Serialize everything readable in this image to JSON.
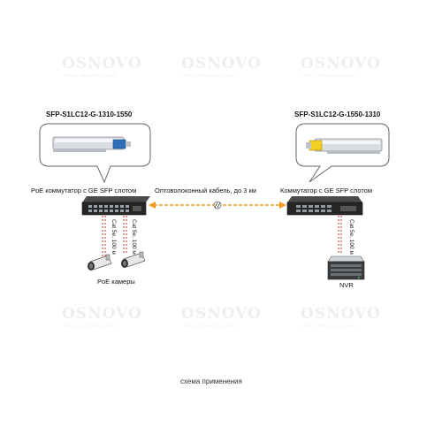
{
  "watermark": {
    "brand": "OSNOVO",
    "tagline": "video, ethernet, power"
  },
  "left": {
    "module_title": "SFP-S1LC12-G-1310-1550",
    "switch_label": "PoE коммутатор с GE SFP слотом",
    "cable_1": "Cat 5e, 100 м",
    "cable_2": "Cat 5e, 100 м",
    "cameras_label": "PoE камеры"
  },
  "right": {
    "module_title": "SFP-S1LC12-G-1550-1310",
    "switch_label": "Коммутатор с GE SFP слотом",
    "cable": "Cat 5e, 100 м",
    "nvr_label": "NVR"
  },
  "link": {
    "label": "Оптоволоконный кабель, до 3 км"
  },
  "caption": "схема применения",
  "colors": {
    "fiber": "#f39b1f",
    "cable": "#c0392b",
    "device": "#2b2b2b"
  }
}
